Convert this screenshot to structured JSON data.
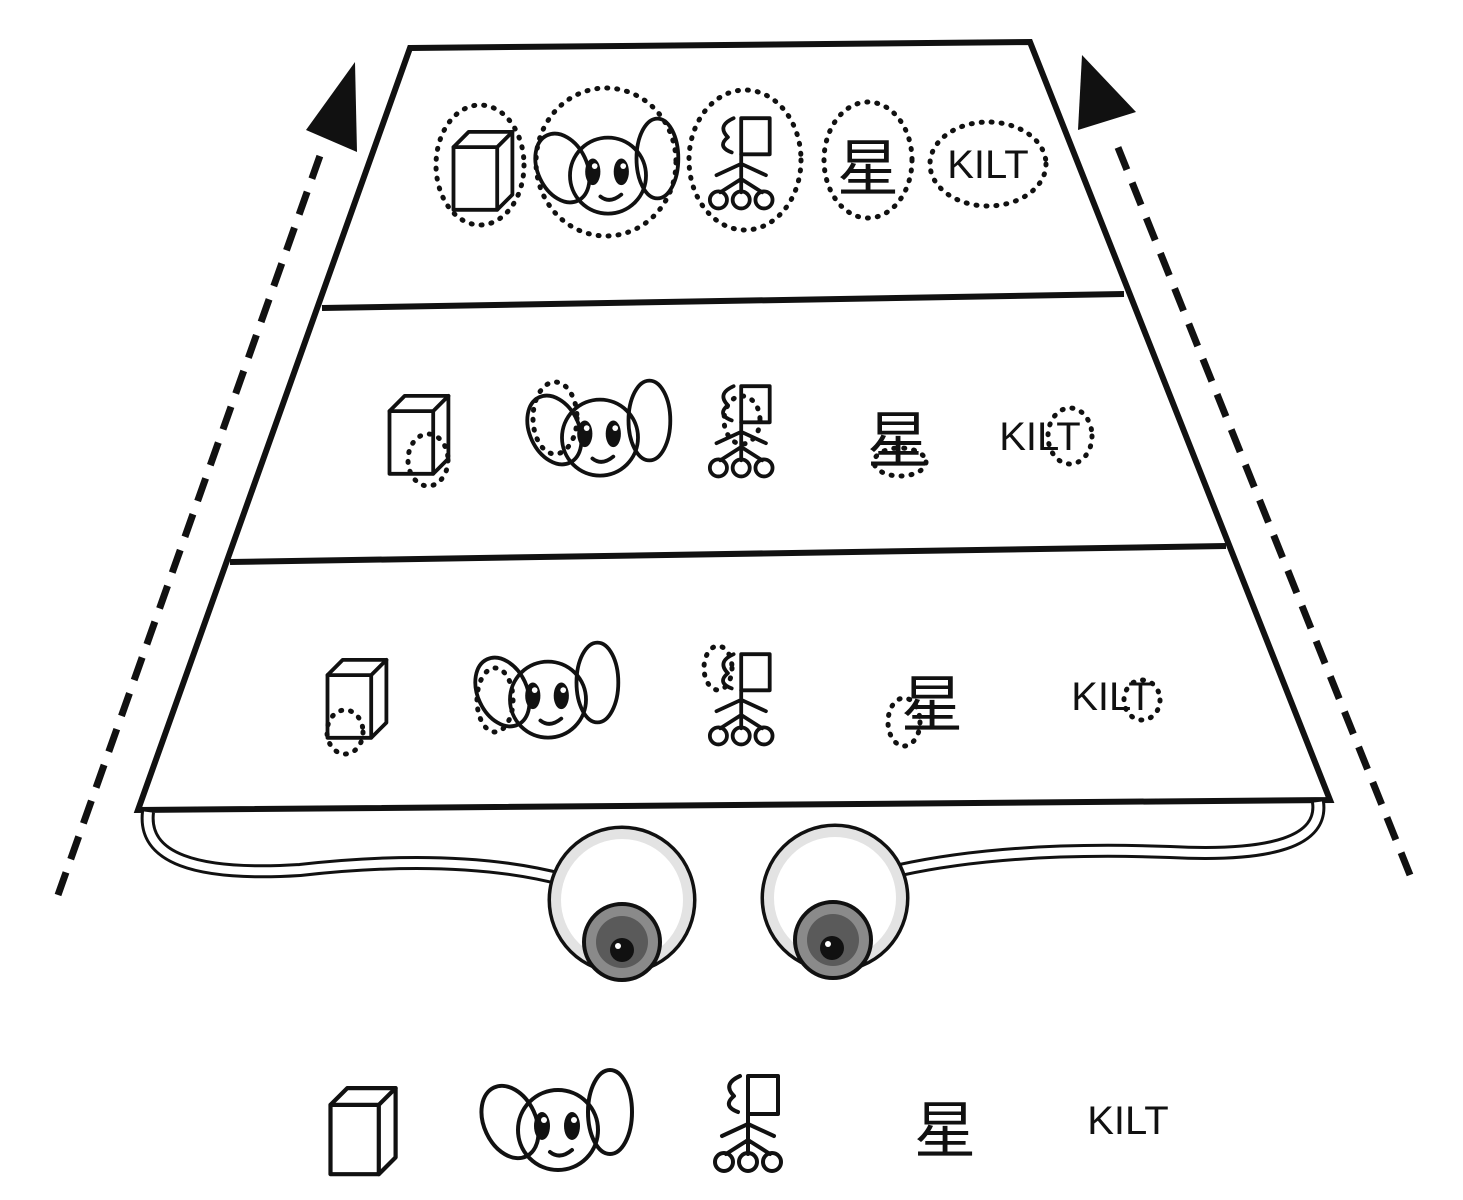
{
  "colors": {
    "ink": "#111111",
    "paper": "#ffffff",
    "iris": "#7a7a7a",
    "eyeball_shade": "#d6d6d6"
  },
  "stimuli": {
    "cube": "cube-icon",
    "face": "cartoon-mouse-face-icon",
    "glyph": "abstract-pictogram-icon",
    "kanji": "星",
    "word": "KILT"
  },
  "levels": [
    {
      "id": "top",
      "encircled": "whole-object"
    },
    {
      "id": "middle",
      "encircled": "small-feature"
    },
    {
      "id": "bottom",
      "encircled": "small-feature"
    }
  ],
  "arrows": {
    "left": "upward-dashed-arrow",
    "right": "upward-dashed-arrow"
  },
  "eyes": {
    "count": 2
  }
}
